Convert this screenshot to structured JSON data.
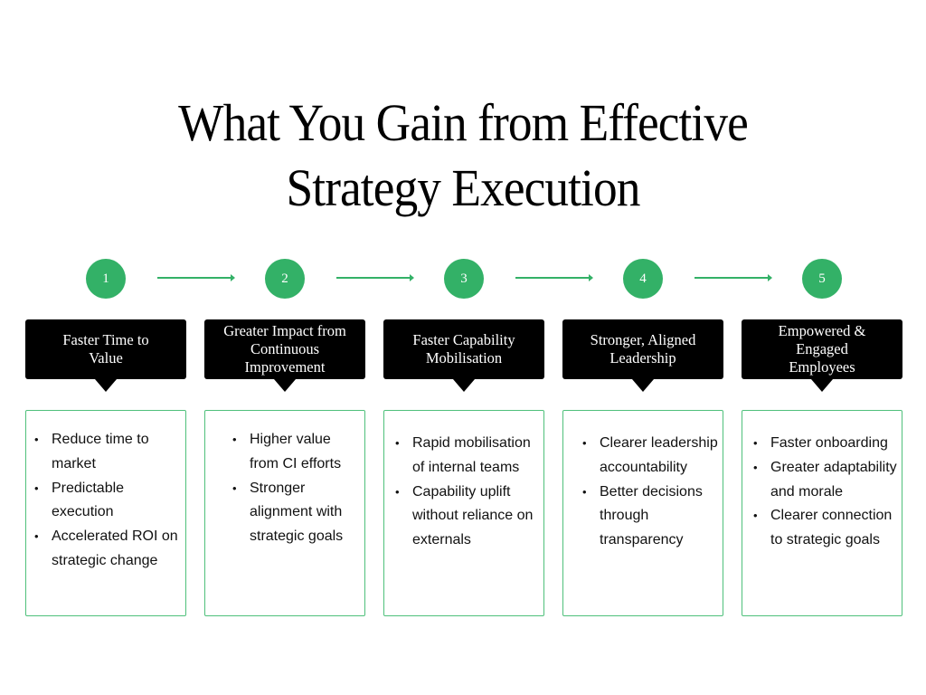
{
  "title": {
    "line1": "What You Gain from Effective",
    "line2": "Strategy Execution"
  },
  "colors": {
    "accent_green": "#33b167",
    "box_border": "#4fc07b",
    "header_bg": "#000000",
    "text": "#111111"
  },
  "steps": [
    {
      "number": "1",
      "heading": "Faster Time to Value",
      "bullets": [
        "Reduce time to market",
        "Predictable execution",
        "Accelerated ROI on strategic change"
      ]
    },
    {
      "number": "2",
      "heading": "Greater Impact from Continuous Improvement",
      "bullets": [
        "Higher value from CI efforts",
        "Stronger alignment with strategic goals"
      ]
    },
    {
      "number": "3",
      "heading": "Faster Capability Mobilisation",
      "bullets": [
        "Rapid mobilisation of internal teams",
        "Capability uplift without reliance on externals"
      ]
    },
    {
      "number": "4",
      "heading": "Stronger, Aligned Leadership",
      "bullets": [
        "Clearer leadership accountability",
        "Better decisions through transparency"
      ]
    },
    {
      "number": "5",
      "heading": "Empowered & Engaged Employees",
      "bullets": [
        "Faster onboarding",
        "Greater adaptability and morale",
        "Clearer connection to strategic goals"
      ]
    }
  ]
}
